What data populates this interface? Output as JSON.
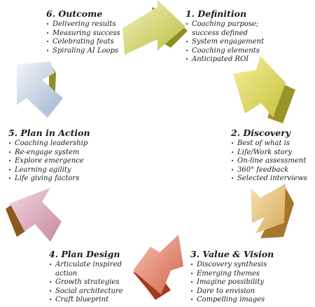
{
  "stages": [
    {
      "title": "6. Outcome",
      "items": [
        "Delivering results",
        "Measuring success",
        "Celebrating feats",
        "Spiraling AI Loops"
      ]
    },
    {
      "title": "1. Definition",
      "items": [
        "Coaching purpose;",
        "success defined",
        "System engagement",
        "Coaching elements",
        "Anticipated ROI"
      ]
    },
    {
      "title": "2. Discovery",
      "items": [
        "Best of what is",
        "Life/Work story",
        "On-line assessment",
        "360° feedback",
        "Selected interviews"
      ]
    },
    {
      "title": "5. Plan in Action",
      "items": [
        "Coaching leadership",
        "Re-engage system",
        "Explore emergence",
        "Learning agility",
        "Life giving factors"
      ]
    },
    {
      "title": "4. Plan Design",
      "items": [
        "Articulate inspired",
        "action",
        "Growth strategies",
        "Social architecture",
        "Craft blueprint"
      ]
    },
    {
      "title": "3. Value & Vision",
      "items": [
        "Discovery synthesis",
        "Emerging themes",
        "Imagine possibility",
        "Dare to envision",
        "Compelling images"
      ]
    }
  ],
  "arrows": [
    {
      "name": "arrow-top",
      "color": "#c9cc5a"
    },
    {
      "name": "arrow-upper-right",
      "color": "#d2c93a"
    },
    {
      "name": "arrow-lower-right",
      "color": "#d9a94a"
    },
    {
      "name": "arrow-bottom",
      "color": "#d4644a"
    },
    {
      "name": "arrow-lower-left",
      "color": "#c78a9c"
    },
    {
      "name": "arrow-upper-left",
      "color": "#9fb6cf"
    }
  ]
}
